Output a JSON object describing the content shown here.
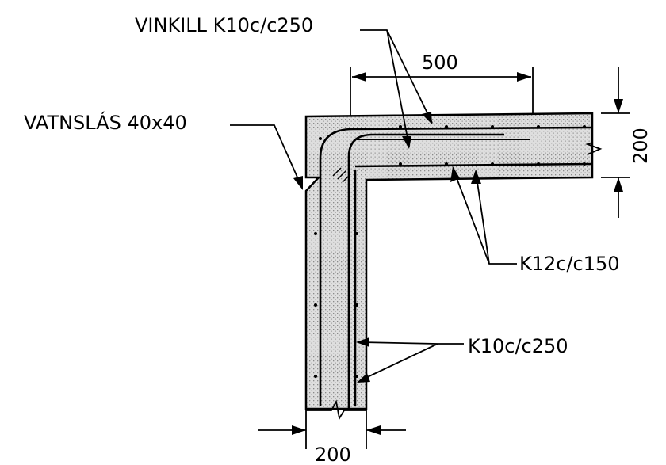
{
  "labels": {
    "vinkill": "VINKILL  K10c/c250",
    "vatnslas": "VATNSLÁS  40x40",
    "k12": "K12c/c150",
    "k10": "K10c/c250"
  },
  "dimensions": {
    "top_length": "500",
    "slab_thickness": "200",
    "wall_thickness": "200"
  },
  "colors": {
    "concrete": "#d4d4d4",
    "line": "#000000"
  }
}
